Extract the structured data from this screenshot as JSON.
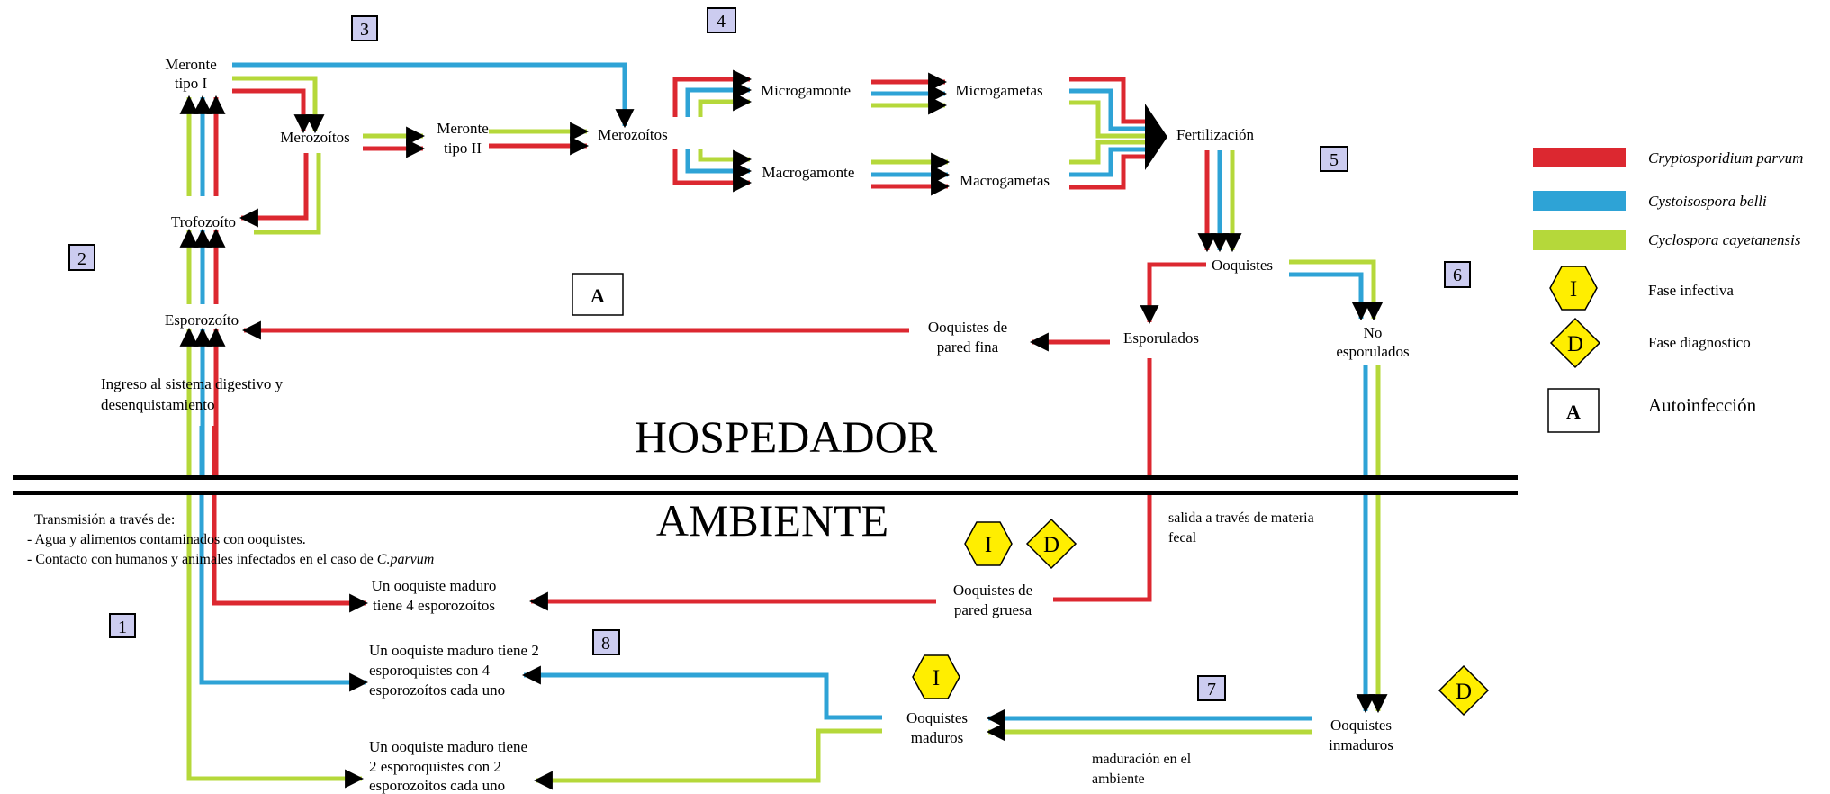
{
  "colors": {
    "c_parvum": "#dc2830",
    "c_belli": "#2ea3d6",
    "c_cayetanensis": "#b5d83a",
    "hex_fill": "#ffee00",
    "number_box_fill": "#ccccf0"
  },
  "zones": {
    "host": "HOSPEDADOR",
    "environment": "AMBIENTE"
  },
  "steps": [
    "1",
    "2",
    "3",
    "4",
    "5",
    "6",
    "7",
    "8"
  ],
  "nodes": {
    "meronte_1": [
      "Meronte",
      "tipo I"
    ],
    "merozoitos_1": "Merozoítos",
    "meronte_2": [
      "Meronte",
      "tipo II"
    ],
    "merozoitos_2": "Merozoítos",
    "trofozoito": "Trofozoíto",
    "esporozoito": "Esporozoíto",
    "microgamonte": "Microgamonte",
    "macrogamonte": "Macrogamonte",
    "microgametas": "Microgametas",
    "macrogametas": "Macrogametas",
    "fertilizacion": "Fertilización",
    "ooquistes": "Ooquistes",
    "esporulados": "Esporulados",
    "no_esporulados": [
      "No",
      "esporulados"
    ],
    "pared_fina": [
      "Ooquistes de",
      "pared fina"
    ],
    "pared_gruesa": [
      "Ooquistes de",
      "pared gruesa"
    ],
    "ooquistes_maduros": [
      "Ooquistes",
      "maduros"
    ],
    "ooquistes_inmaduros": [
      "Ooquistes",
      "inmaduros"
    ],
    "maduro_4_esporozoitos": [
      "Un ooquiste maduro",
      "tiene 4 esporozoítos"
    ],
    "maduro_belli": [
      "Un ooquiste maduro tiene 2",
      "esporoquistes con 4",
      "esporozoítos cada uno"
    ],
    "maduro_cayetanensis": [
      "Un ooquiste maduro tiene",
      "2 esporoquistes con 2",
      "esporozoitos cada uno"
    ]
  },
  "notes": {
    "ingreso": [
      "Ingreso al sistema digestivo y",
      "desenquistamiento"
    ],
    "transmision_title": "Transmisión a través de:",
    "transmision_1": "- Agua y alimentos contaminados con ooquistes.",
    "transmision_2": "- Contacto con humanos y animales infectados en el caso de ",
    "transmision_2_species": "C.parvum",
    "salida": [
      "salida a través de materia",
      "fecal"
    ],
    "maduracion": [
      "maduración en el",
      "ambiente"
    ]
  },
  "badges": {
    "autoinfection_box": "A",
    "infective": "I",
    "diagnostic": "D"
  },
  "legend": {
    "species": [
      {
        "name": "Cryptosporidium parvum",
        "color": "#dc2830"
      },
      {
        "name": "Cystoisospora belli",
        "color": "#2ea3d6"
      },
      {
        "name": "Cyclospora cayetanensis",
        "color": "#b5d83a"
      }
    ],
    "infective_label": "Fase infectiva",
    "diagnostic_label": "Fase diagnostico",
    "autoinfection_label": "Autoinfección"
  }
}
